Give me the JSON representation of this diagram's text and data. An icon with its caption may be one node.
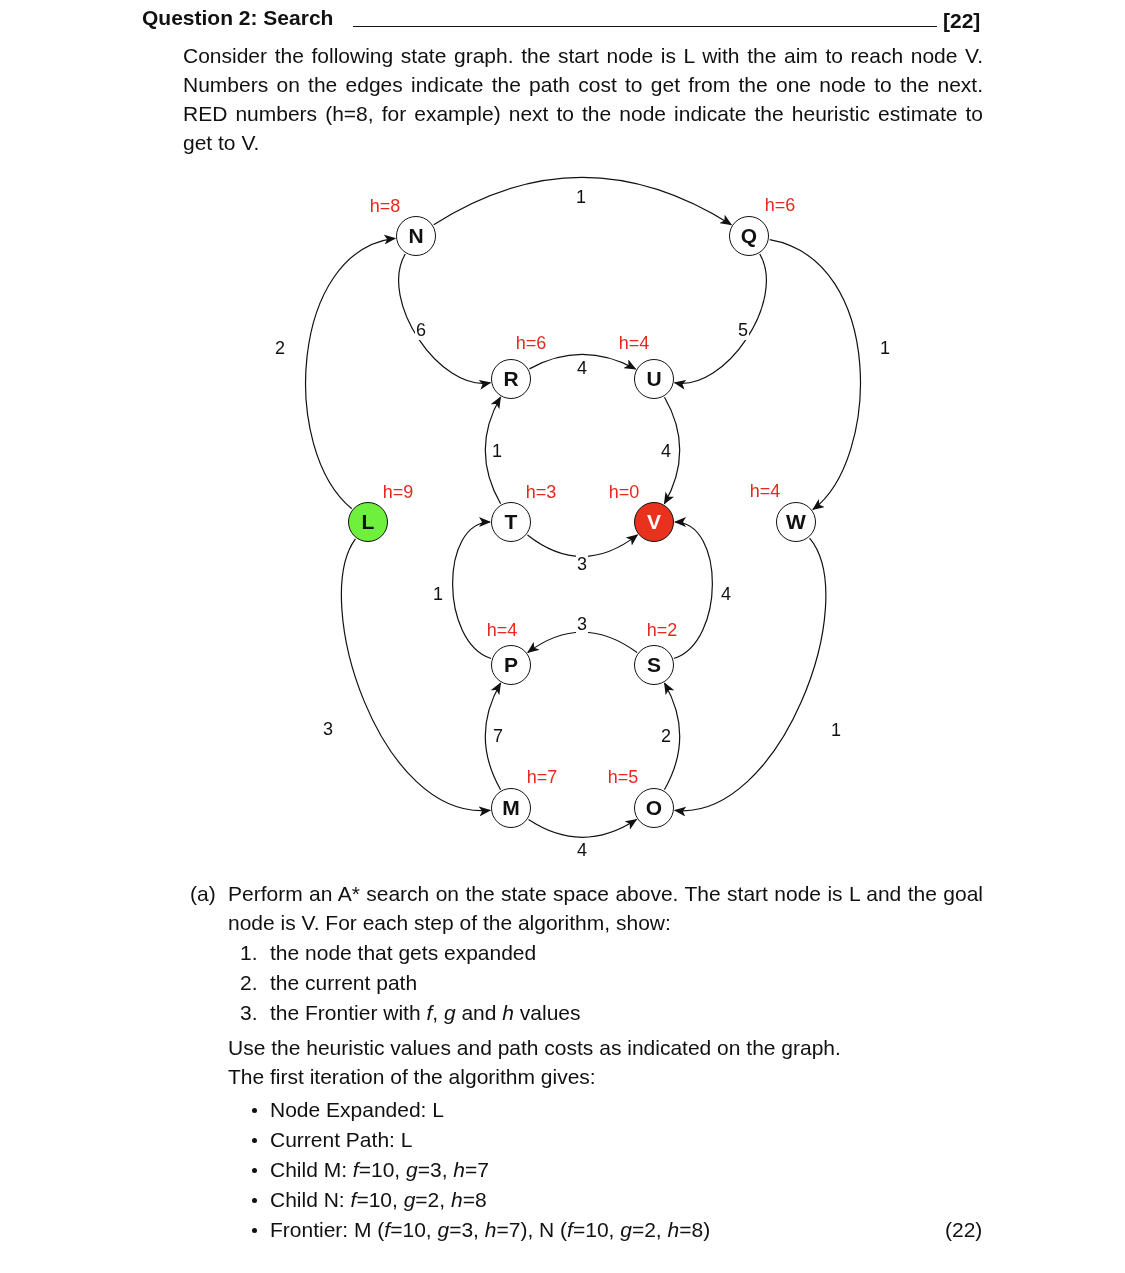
{
  "diagram": {
    "title": "Question 2: Search",
    "nodes": [
      {
        "text": [
          "N"
        ],
        "beside": [
          "h=8"
        ]
      },
      {
        "text": [
          "Q"
        ],
        "beside": [
          "h=6"
        ]
      },
      {
        "text": [
          "R"
        ],
        "beside": [
          "h=6"
        ]
      },
      {
        "text": [
          "U"
        ],
        "beside": [
          "h=4"
        ]
      },
      {
        "text": [
          "L"
        ],
        "beside": [
          "h=9"
        ]
      },
      {
        "text": [
          "T"
        ],
        "beside": [
          "h=3"
        ]
      },
      {
        "text": [
          "V"
        ],
        "beside": [
          "h=0"
        ]
      },
      {
        "text": [
          "W"
        ],
        "beside": [
          "h=4"
        ]
      },
      {
        "text": [
          "P"
        ],
        "beside": [
          "h=4"
        ]
      },
      {
        "text": [
          "S"
        ],
        "beside": [
          "h=2"
        ]
      },
      {
        "text": [
          "M"
        ],
        "beside": [
          "h=7"
        ]
      },
      {
        "text": [
          "O"
        ],
        "beside": [
          "h=5"
        ]
      }
    ],
    "edges": [
      {
        "from": 4,
        "to": 0,
        "arrow": "to",
        "label": "2"
      },
      {
        "from": 0,
        "to": 1,
        "arrow": "to",
        "label": "1"
      },
      {
        "from": 0,
        "to": 2,
        "arrow": "to",
        "label": "6"
      },
      {
        "from": 1,
        "to": 3,
        "arrow": "to",
        "label": "5"
      },
      {
        "from": 1,
        "to": 7,
        "arrow": "to",
        "label": "1"
      },
      {
        "from": 2,
        "to": 3,
        "arrow": "to",
        "label": "4"
      },
      {
        "from": 5,
        "to": 2,
        "arrow": "to",
        "label": "1"
      },
      {
        "from": 3,
        "to": 6,
        "arrow": "to",
        "label": "4"
      },
      {
        "from": 5,
        "to": 6,
        "arrow": "to",
        "label": "3"
      },
      {
        "from": 8,
        "to": 5,
        "arrow": "to",
        "label": "1"
      },
      {
        "from": 9,
        "to": 6,
        "arrow": "to",
        "label": "4"
      },
      {
        "from": 9,
        "to": 8,
        "arrow": "to",
        "label": "3"
      },
      {
        "from": 10,
        "to": 8,
        "arrow": "to",
        "label": "7"
      },
      {
        "from": 11,
        "to": 9,
        "arrow": "to",
        "label": "2"
      },
      {
        "from": 4,
        "to": 10,
        "arrow": "to",
        "label": "3"
      },
      {
        "from": 10,
        "to": 11,
        "arrow": "to",
        "label": "4"
      },
      {
        "from": 7,
        "to": 11,
        "arrow": "to",
        "label": "1"
      }
    ],
    "labels": [
      "[22]",
      "Consider the following state graph. the start node is L with the aim to reach node V. Numbers on the edges indicate the path cost to get from the one node to the next. RED numbers (h=8, for example) next to the node indicate the heuristic estimate to get to V.",
      "(a)",
      "Perform an A* search on the state space above. The start node is L and the goal node is V. For each step of the algorithm, show:",
      "1.",
      "the node that gets expanded",
      "2.",
      "the current path",
      "3.",
      "the Frontier with *f*, *g* and *h* values",
      "Use the heuristic values and path costs as indicated on the graph.",
      "The first iteration of the algorithm gives:",
      "Node Expanded: L",
      "Current Path: L",
      "Child M: *f*=10, *g*=3, *h*=7",
      "Child N: *f*=10, *g*=2, *h*=8",
      "Frontier: M (*f*=10, *g*=3, *h*=7), N (*f*=10, *g*=2, *h*=8)",
      "(22)"
    ]
  }
}
